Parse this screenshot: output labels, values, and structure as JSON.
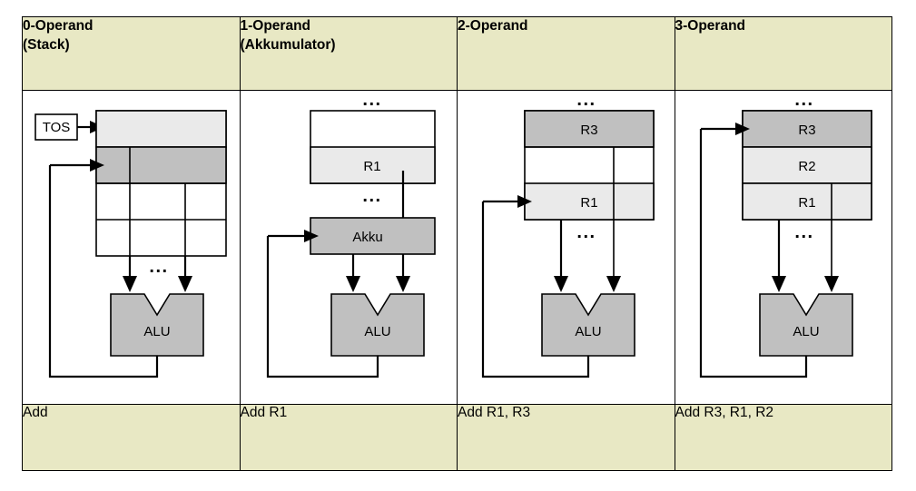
{
  "diagram": {
    "title_concept": "Operand count addressing schemes",
    "colors": {
      "header_background": "#e8e8c4",
      "footer_background": "#e8e8c4",
      "cell_light_gray": "#eaeaea",
      "cell_mid_gray": "#c0c0c0",
      "alu_fill": "#c0c0c0",
      "page_background": "#ffffff",
      "stroke": "#000000"
    },
    "columns": [
      {
        "id": "col-0-operand",
        "header_line1": "0-Operand",
        "header_line2": "(Stack)",
        "instruction": "Add",
        "label_tos": "TOS",
        "alu_label": "ALU",
        "ellipsis": "...",
        "storage_kind": "stack",
        "cells": [
          "",
          "",
          "",
          ""
        ]
      },
      {
        "id": "col-1-operand",
        "header_line1": "1-Operand",
        "header_line2": "(Akkumulator)",
        "instruction": "Add   R1",
        "alu_label": "ALU",
        "accumulator_label": "Akku",
        "ellipsis": "...",
        "storage_kind": "register-file",
        "cells": [
          "",
          "R1"
        ]
      },
      {
        "id": "col-2-operand",
        "header_line1": "2-Operand",
        "header_line2": "",
        "instruction": "Add   R1, R3",
        "alu_label": "ALU",
        "ellipsis": "...",
        "storage_kind": "register-file",
        "cells": [
          "R3",
          "",
          "R1"
        ]
      },
      {
        "id": "col-3-operand",
        "header_line1": "3-Operand",
        "header_line2": "",
        "instruction": "Add   R3, R1, R2",
        "alu_label": "ALU",
        "ellipsis": "...",
        "storage_kind": "register-file",
        "cells": [
          "R3",
          "R2",
          "R1"
        ]
      }
    ]
  }
}
